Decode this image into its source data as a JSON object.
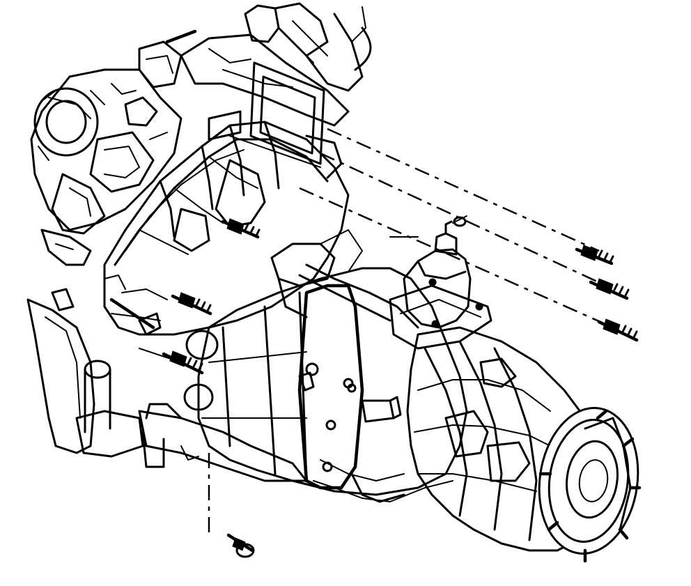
{
  "figure": {
    "colors": {
      "ink": "#000000",
      "paper": "#ffffff"
    },
    "parts": [
      "engine-block",
      "transmission-case",
      "bellhousing",
      "shift-tower",
      "tail-housing",
      "output-flange",
      "mounting-bolts",
      "rear-crossmember"
    ]
  }
}
